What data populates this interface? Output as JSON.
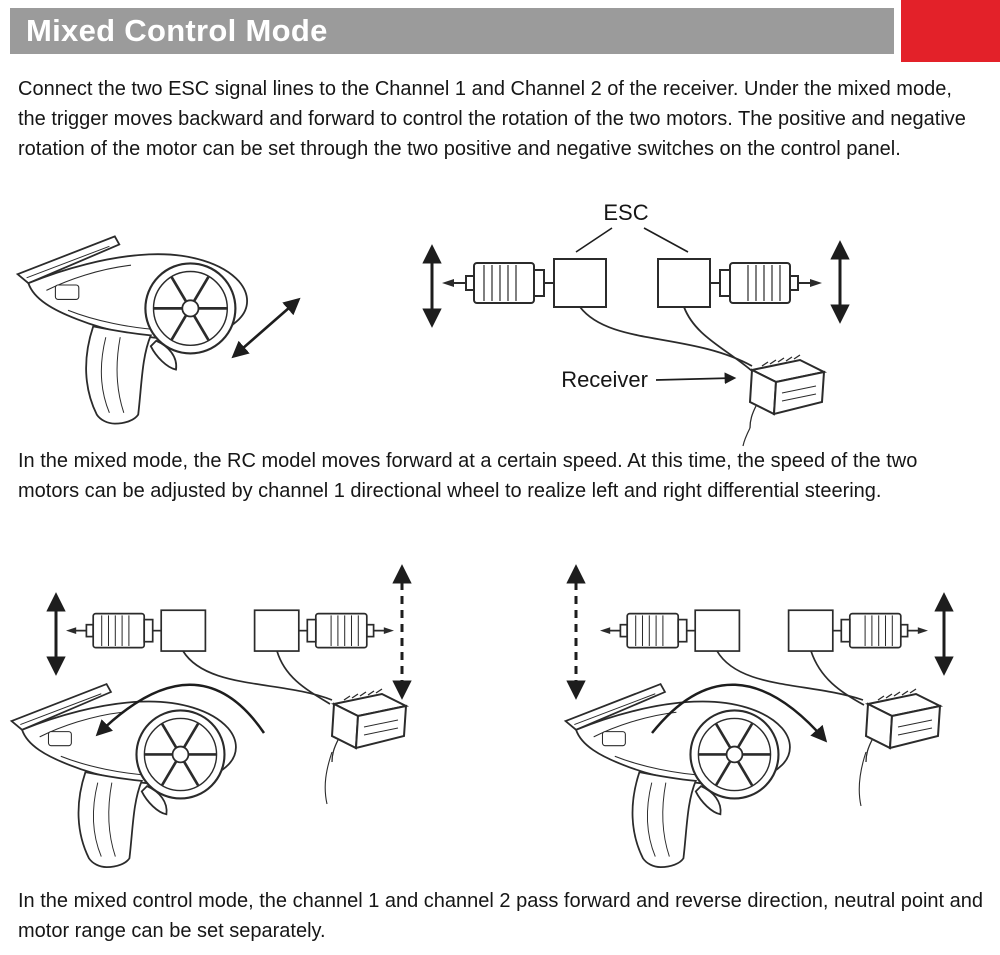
{
  "colors": {
    "header_bar": "#9b9b9b",
    "accent_red": "#e32129",
    "text": "#161616",
    "line_art": "#2b2b2b"
  },
  "header": {
    "title": "Mixed Control Mode"
  },
  "paragraphs": {
    "intro": "Connect the two ESC signal lines to the Channel 1 and Channel 2 of the receiver. Under the mixed mode, the trigger moves backward and forward to control the rotation of the two motors. The positive and negative rotation of the motor can be set through the two positive and negative switches on the control panel.",
    "mixed_mode": "In the mixed mode, the RC model moves forward at a certain speed. At this time, the speed of the two motors can be adjusted by channel 1 directional wheel to realize left and right differential steering.",
    "closing": "In the mixed control mode, the channel 1 and channel 2 pass forward and reverse direction, neutral point and motor range can be set separately."
  },
  "diagram1": {
    "esc_label": "ESC",
    "receiver_label": "Receiver"
  }
}
